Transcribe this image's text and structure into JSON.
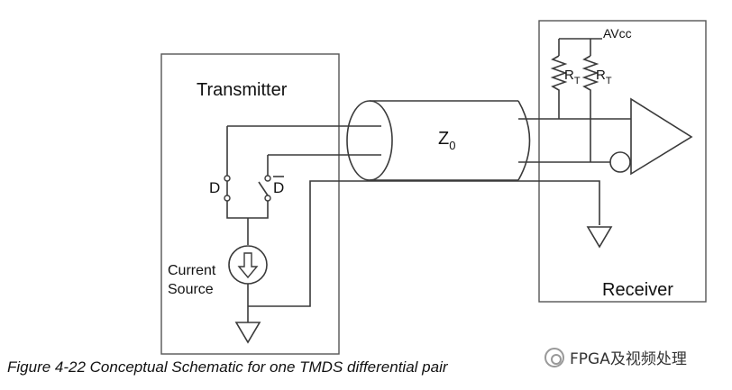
{
  "diagram": {
    "transmitter_label": "Transmitter",
    "receiver_label": "Receiver",
    "cable_label": "Z",
    "cable_label_sub": "0",
    "switch_d_label": "D",
    "switch_dbar_label": "D",
    "current_source_label_1": "Current",
    "current_source_label_2": "Source",
    "avcc_label": "AVcc",
    "rt_label": "R",
    "rt_sub": "T"
  },
  "caption": "Figure 4-22 Conceptual Schematic for one TMDS differential pair",
  "watermark": {
    "icon": "wechat-channel-icon",
    "text": "FPGA及视频处理"
  }
}
